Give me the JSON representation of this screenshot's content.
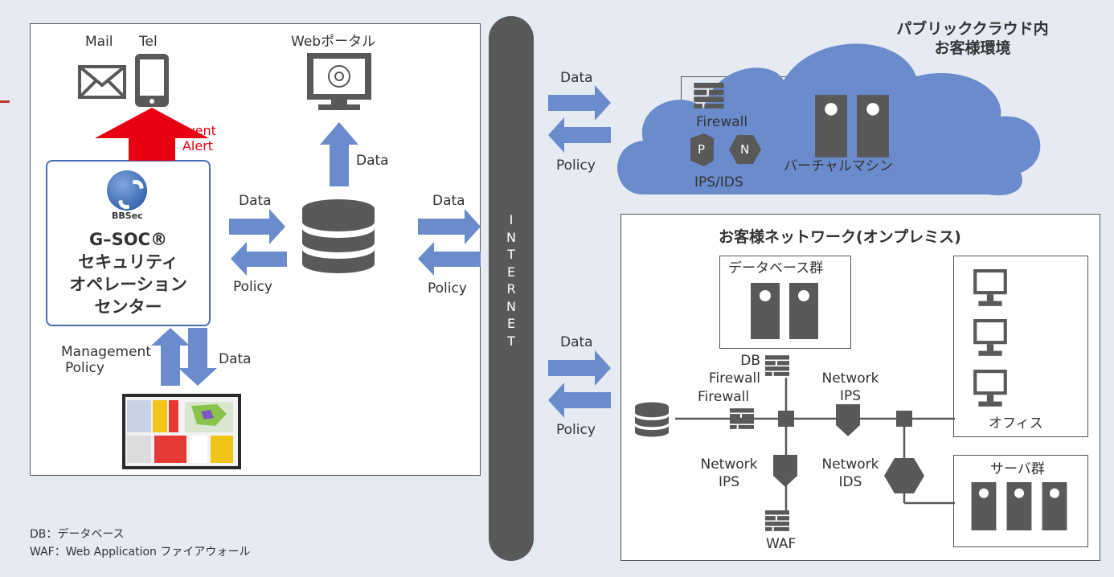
{
  "soc_panel": {
    "mail_label": "Mail",
    "tel_label": "Tel",
    "portal_label": "Webポータル",
    "event_alert": [
      "Event",
      "Alert"
    ],
    "data_up": "Data",
    "data_mid": "Data",
    "policy_mid": "Policy",
    "brand": "BBSec",
    "soc_title": "G–SOC®",
    "soc_lines": [
      "セキュリティ",
      "オペレーション",
      "センター"
    ],
    "management_policy": [
      "Management",
      "Policy"
    ],
    "data_down": "Data"
  },
  "internet": {
    "letters": [
      "I",
      "N",
      "T",
      "E",
      "R",
      "N",
      "E",
      "T"
    ],
    "data_left": "Data",
    "policy_left": "Policy"
  },
  "cloud": {
    "title": [
      "パブリッククラウド内",
      "お客様環境"
    ],
    "data_label": "Data",
    "policy_label": "Policy",
    "firewall": "Firewall",
    "ips_p": "P",
    "ips_n": "N",
    "ips_ids": "IPS/IDS",
    "vm_label": "バーチャルマシン"
  },
  "onprem": {
    "title": "お客様ネットワーク(オンプレミス)",
    "data_label": "Data",
    "policy_label": "Policy",
    "db_group": "データベース群",
    "db_firewall": [
      "DB",
      "Firewall"
    ],
    "firewall": "Firewall",
    "network_ips_top": [
      "Network",
      "IPS"
    ],
    "network_ips_bottom": [
      "Network",
      "IPS"
    ],
    "network_ids": [
      "Network",
      "IDS"
    ],
    "waf": "WAF",
    "office": "オフィス",
    "server_group": "サーバ群"
  },
  "legend": [
    "DB：データベース",
    "WAF：Web Application ファイアウォール"
  ],
  "colors": {
    "background": "#e6eaf3",
    "arrow_blue": "#6b8ccc",
    "alert_red": "#e60012",
    "dark_gray": "#595959",
    "cloud_blue": "#6b8ccc"
  }
}
